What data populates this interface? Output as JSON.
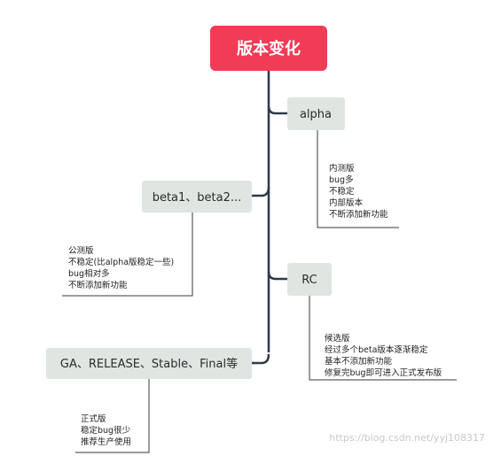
{
  "diagram": {
    "title": "版本变化",
    "nodes": [
      {
        "id": "alpha",
        "label": "alpha",
        "notes": [
          "内测版",
          "bug多",
          "不稳定",
          "内部版本",
          "不断添加新功能"
        ]
      },
      {
        "id": "beta",
        "label": "beta1、beta2...",
        "notes": [
          "公测版",
          "不稳定(比alpha版稳定一些)",
          "bug相对多",
          "不断添加新功能"
        ]
      },
      {
        "id": "rc",
        "label": "RC",
        "notes": [
          "候选版",
          "经过多个beta版本逐渐稳定",
          "基本不添加新功能",
          "修复完bug即可进入正式发布版"
        ]
      },
      {
        "id": "ga",
        "label": "GA、RELEASE、Stable、Final等",
        "notes": [
          "正式版",
          "稳定bug很少",
          "推荐生产使用"
        ]
      }
    ]
  },
  "watermark": "https://blog.csdn.net/yyj108317",
  "colors": {
    "title_bg": "#f23b55",
    "node_bg": "#dfe6e2",
    "connector": "#2f3a48"
  }
}
